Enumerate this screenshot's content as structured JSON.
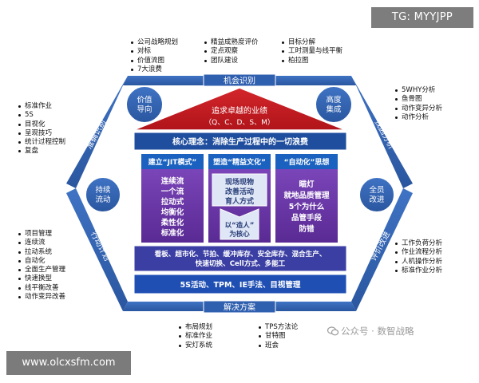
{
  "watermarks": {
    "tg": "TG: MYYJPP",
    "site": "www.olcxsfm.com",
    "wechat": "公众号 · 数智战略"
  },
  "frame": {
    "top": "机会识别",
    "bottom": "解决方案",
    "upper_left": "准确识别",
    "upper_right": "找因分析",
    "lower_left": "行动计划",
    "lower_right": "评价改进"
  },
  "corners": {
    "top_left": "价值\n导向",
    "top_right": "高度\n集成",
    "mid_left": "持续\n流动",
    "mid_right": "全员\n改进"
  },
  "roof": {
    "line1": "追求卓越的业绩",
    "line2": "（Q、C、D、S、M）"
  },
  "core": "核心理念：消除生产过程中的一切浪费",
  "pillars": {
    "left_title": "建立“JIT模式”",
    "left_items": [
      "连续流",
      "一个流",
      "拉动式",
      "均衡化",
      "柔性化",
      "标准化"
    ],
    "mid_title": "塑造“精益文化”",
    "mid_box": [
      "现场现物",
      "改善活动",
      "育人方式"
    ],
    "mid_arrow": [
      "以“造人”",
      "为核心"
    ],
    "right_title": "“自动化”思想",
    "right_items": [
      "瞄灯",
      "就地品质管理",
      "5个为什么",
      "品管手段",
      "防错"
    ]
  },
  "tools": [
    "看板、超市化、节拍、缓冲库存、安全库存、混合生产、",
    "快速切换、Cell方式、多能工"
  ],
  "foundation": "5S活动、TPM、IE手法、目视管理",
  "lists": {
    "top_a": [
      "公司战略规划",
      "对标",
      "价值流图",
      "7大浪费"
    ],
    "top_b": [
      "精益成熟度评价",
      "定点观察",
      "团队建设"
    ],
    "top_c": [
      "目标分解",
      "工时测量与线平衡",
      "柏拉图"
    ],
    "left_upper": [
      "标准作业",
      "5S",
      "目视化",
      "呈现技巧",
      "统计过程控制",
      "复盘"
    ],
    "left_lower": [
      "项目管理",
      "连续流",
      "拉动系统",
      "自动化",
      "全面生产管理",
      "快速换型",
      "线平衡改善",
      "动作变异改善"
    ],
    "right_upper": [
      "5WHY分析",
      "鱼骨图",
      "动作变异分析",
      "动作分析"
    ],
    "right_lower": [
      "工作负荷分析",
      "作业流程分析",
      "人机操作分析",
      "标准作业分析"
    ],
    "bottom_a": [
      "布局规划",
      "标准作业",
      "安灯系统"
    ],
    "bottom_b": [
      "TPS方法论",
      "甘特图",
      "班会"
    ]
  },
  "colors": {
    "frame_blue": "#2f5faf",
    "roof_red": "#c0171c",
    "core_blue": "#1f4e9e",
    "pillar_purple": "#6a35a6",
    "pillar_title_blue": "#1b62c0",
    "tool_bar": "#3b3fa4",
    "foundation_blue": "#1f4fb3",
    "box_light": "#dfe6f5"
  }
}
